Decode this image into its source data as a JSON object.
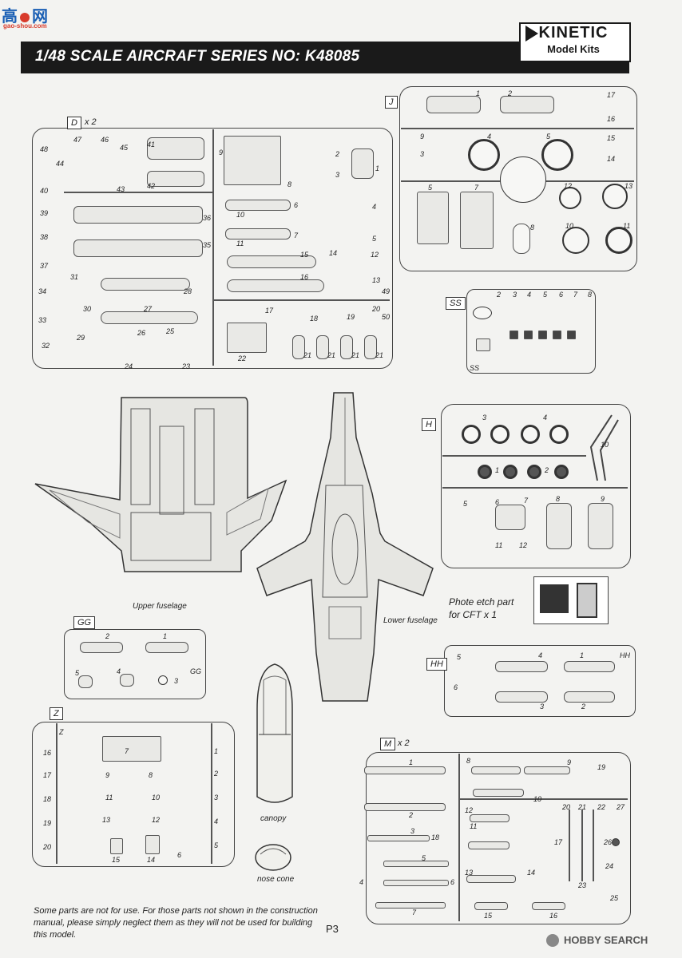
{
  "header": {
    "title": "1/48 SCALE AIRCRAFT SERIES NO: K48085"
  },
  "logo": {
    "top": "KINETIC",
    "bottom": "Model Kits"
  },
  "watermark": {
    "cn": "高",
    "cn2": "网",
    "url": "gao-shou.com"
  },
  "sprues": {
    "D": {
      "tag": "D",
      "qty": "x 2",
      "numbers": [
        "47",
        "46",
        "45",
        "41",
        "9",
        "48",
        "44",
        "43",
        "42",
        "8",
        "2",
        "1",
        "3",
        "40",
        "39",
        "38",
        "37",
        "36",
        "35",
        "34",
        "33",
        "32",
        "31",
        "30",
        "29",
        "28",
        "27",
        "26",
        "25",
        "24",
        "23",
        "22",
        "21",
        "21",
        "21",
        "21",
        "20",
        "19",
        "18",
        "17",
        "16",
        "15",
        "14",
        "13",
        "12",
        "11",
        "10",
        "7",
        "6",
        "5",
        "4",
        "50",
        "49"
      ]
    },
    "J": {
      "tag": "J",
      "numbers": [
        "1",
        "2",
        "17",
        "16",
        "15",
        "14",
        "9",
        "4",
        "5",
        "3",
        "5",
        "7",
        "12",
        "13",
        "8",
        "10",
        "11"
      ]
    },
    "SS": {
      "tag": "SS",
      "numbers": [
        "2",
        "3",
        "4",
        "5",
        "6",
        "7",
        "8"
      ],
      "corner": "SS"
    },
    "H": {
      "tag": "H",
      "numbers": [
        "3",
        "4",
        "10",
        "1",
        "2",
        "5",
        "6",
        "7",
        "8",
        "9",
        "11",
        "12"
      ]
    },
    "GG": {
      "tag": "GG",
      "numbers": [
        "2",
        "1",
        "5",
        "4",
        "3"
      ],
      "corner": "GG"
    },
    "HH": {
      "tag": "HH",
      "numbers": [
        "5",
        "4",
        "1",
        "6",
        "3",
        "2"
      ],
      "corner": "HH"
    },
    "Z": {
      "tag": "Z",
      "numbers": [
        "16",
        "17",
        "18",
        "19",
        "20",
        "9",
        "11",
        "13",
        "15",
        "7",
        "8",
        "10",
        "12",
        "14",
        "6",
        "1",
        "2",
        "3",
        "4",
        "5"
      ],
      "corner": "Z"
    },
    "M": {
      "tag": "M",
      "qty": "x 2",
      "numbers": [
        "1",
        "2",
        "3",
        "4",
        "5",
        "6",
        "7",
        "8",
        "9",
        "10",
        "11",
        "12",
        "13",
        "14",
        "15",
        "16",
        "17",
        "18",
        "19",
        "20",
        "21",
        "22",
        "23",
        "24",
        "25",
        "26",
        "27"
      ]
    }
  },
  "captions": {
    "upper_fuselage": "Upper fuselage",
    "lower_fuselage": "Lower fuselage",
    "canopy": "canopy",
    "nose_cone": "nose cone"
  },
  "photo_etch": {
    "line1": "Phote etch part",
    "line2": "for CFT x 1"
  },
  "footer": {
    "note": "Some parts are not for use. For those parts not shown in the construction manual, please simply neglect them as they will not be used for building this model.",
    "page": "P3"
  },
  "brand": {
    "name": "HOBBY SEARCH"
  }
}
